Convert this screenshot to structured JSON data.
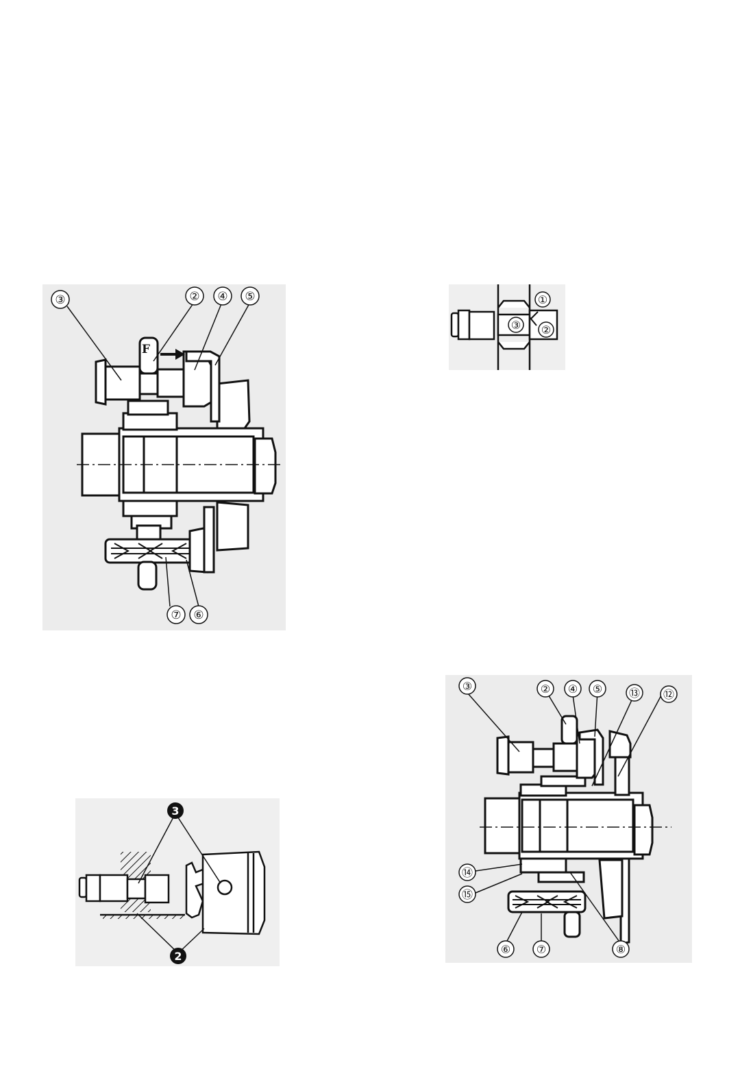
{
  "figure_a": {
    "callouts": [
      "③",
      "②",
      "④",
      "⑤",
      "⑦",
      "⑥"
    ],
    "force_label": "F"
  },
  "figure_b": {
    "callouts": [
      "①",
      "③",
      "②"
    ]
  },
  "figure_c": {
    "callouts": [
      "3",
      "2"
    ]
  },
  "figure_d": {
    "callouts": [
      "③",
      "②",
      "④",
      "⑤",
      "⑬",
      "⑫",
      "⑭",
      "⑮",
      "⑥",
      "⑦",
      "⑧"
    ]
  },
  "colors": {
    "ink": "#111111",
    "shade": "#e9e9e9",
    "paper": "#ffffff"
  }
}
